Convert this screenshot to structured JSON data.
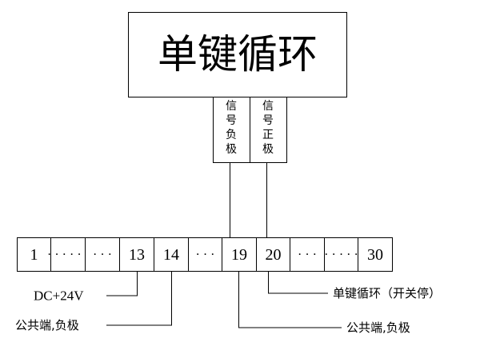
{
  "title": "单键循环",
  "signals": {
    "negative": "信号负极",
    "positive": "信号正极"
  },
  "terminals": [
    "1",
    "· · · · · ·",
    "· · ·",
    "13",
    "14",
    "· · ·",
    "19",
    "20",
    "· · ·",
    "· · · · ·",
    "30"
  ],
  "labels": {
    "dc24v": "DC+24V",
    "common_14": "公共端,负极",
    "common_19": "公共端,负极",
    "single_key_loop": "单键循环（开关停）"
  }
}
